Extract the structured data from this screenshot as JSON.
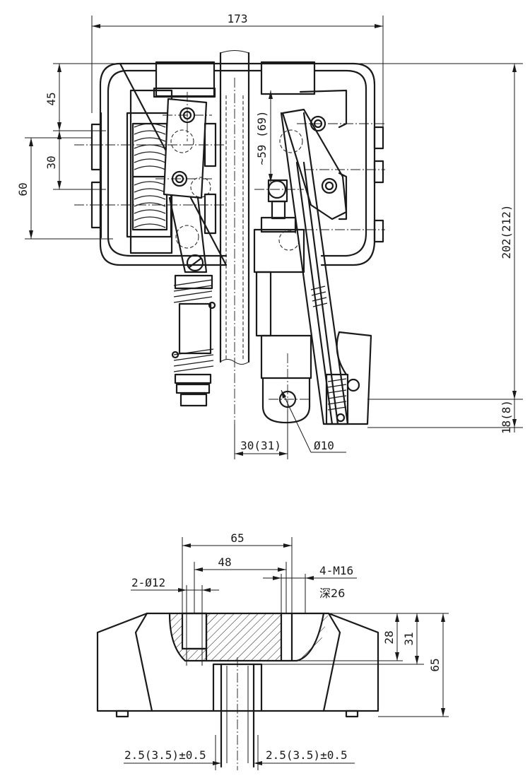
{
  "top_view": {
    "dims": {
      "width_overall": "173",
      "top_offset": "45",
      "coil_pitch": "30",
      "mount_span": "60",
      "pin_height": "~59 (69)",
      "overall_height": "202(212)",
      "bottom_offset": "18(8)",
      "pin_offset": "30(31)",
      "pin_diameter": "Ø10"
    }
  },
  "section_view": {
    "dims": {
      "bolt_span": "65",
      "hole_span": "48",
      "holes": "2-Ø12",
      "thread": "4-M16",
      "thread_depth": "深26",
      "depth_28": "28",
      "depth_31": "31",
      "height_65": "65",
      "clearance_left": "2.5(3.5)±0.5",
      "clearance_right": "2.5(3.5)±0.5"
    }
  },
  "colors": {
    "line": "#1a1a1a",
    "background": "#ffffff"
  }
}
